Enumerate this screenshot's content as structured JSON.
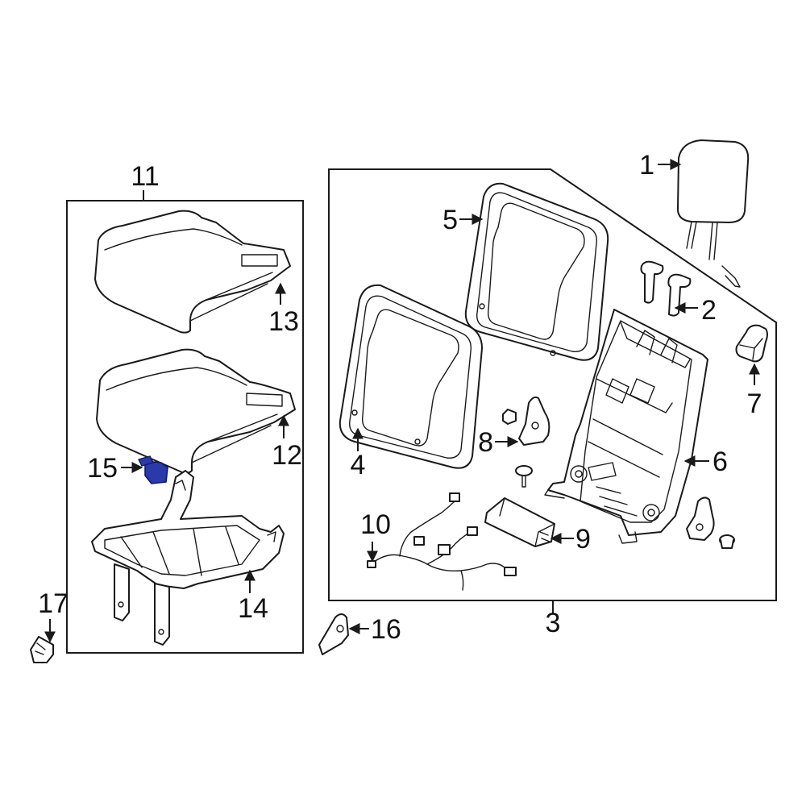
{
  "callouts": {
    "c1": "1",
    "c2": "2",
    "c3": "3",
    "c4": "4",
    "c5": "5",
    "c6": "6",
    "c7": "7",
    "c8": "8",
    "c9": "9",
    "c10": "10",
    "c11": "11",
    "c12": "12",
    "c13": "13",
    "c14": "14",
    "c15": "15",
    "c16": "16",
    "c17": "17"
  },
  "colors": {
    "line": "#1a1a1a",
    "highlight_part": "#2a3aa8",
    "background": "#ffffff"
  },
  "highlighted_callout": "15"
}
